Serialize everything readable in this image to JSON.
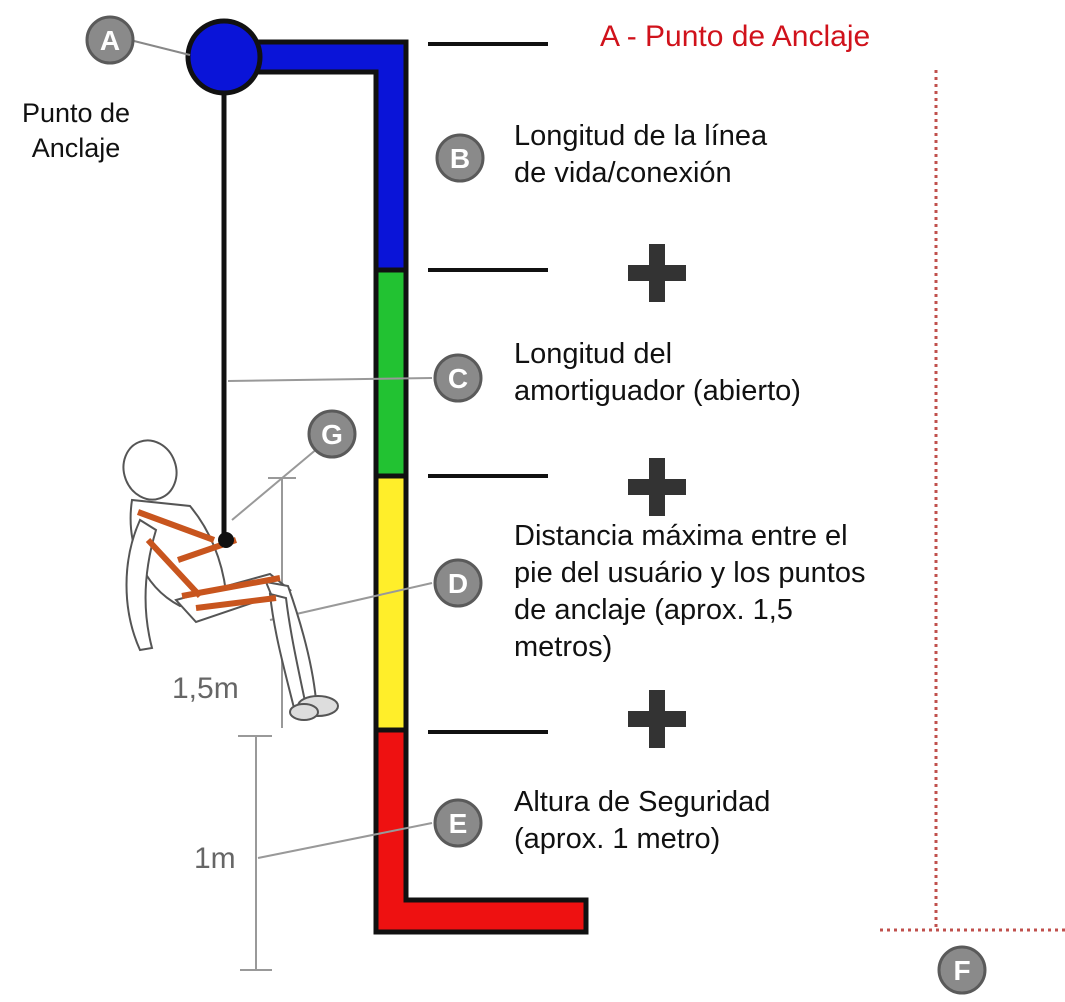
{
  "title": "A - Punto de  Anclaje",
  "anchor_label": [
    "Punto de",
    "Anclaje"
  ],
  "markers": {
    "A": "A",
    "B": "B",
    "C": "C",
    "D": "D",
    "E": "E",
    "F": "F",
    "G": "G"
  },
  "descriptions": {
    "B": [
      "Longitud de la línea",
      "de vida/conexión"
    ],
    "C": [
      "Longitud del",
      "amortiguador (abierto)"
    ],
    "D": [
      "Distancia máxima entre el",
      "pie del usuário y los puntos",
      "de anclaje (aprox. 1,5",
      "metros)"
    ],
    "E": [
      "Altura de Seguridad",
      "(aprox. 1 metro)"
    ]
  },
  "dimensions": {
    "upper": "1,5m",
    "lower": "1m"
  },
  "colors": {
    "title": "#d0121b",
    "segment_B": "#0a14d8",
    "segment_C": "#22c232",
    "segment_D": "#ffee2a",
    "segment_E": "#ee1111",
    "anchor_ball": "#0a14d8",
    "marker_circle": "#8a8a8a",
    "fall_line": "#c0504d"
  }
}
